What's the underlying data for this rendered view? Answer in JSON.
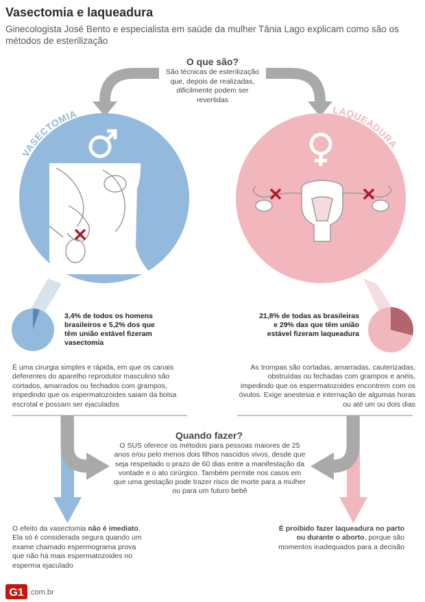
{
  "title": "Vasectomia e laqueadura",
  "subtitle": "Ginecologista José Bento e especialista em saúde da mulher Tânia Lago explicam como são os métodos de esterilização",
  "what": {
    "heading": "O que são?",
    "text": "São técnicas de esterilização que, depois de realizadas, dificilmente podem ser revertidas"
  },
  "vasectomy": {
    "label": "VASECTOMIA",
    "symbol_icon": "male-symbol-icon",
    "color": "#93b9dc",
    "stat_text": "3,4% de todos os homens brasileiros e 5,2% dos que têm união estável fizeram vasectomia",
    "stat_fraction": 0.052,
    "description": "É uma cirurgia simples e rápida, em que os canais deferentes do aparelho reprodutor masculino são cortados, amarrados ou fechados com grampos, impedindo que os espermatozoides saiam da bolsa escrotal e possam ser ejaculados",
    "note_prefix": "O efeito da vasectomia ",
    "note_emph": "não é imediato",
    "note_rest": ". Ela só é considerada segura quando um exame chamado espermograma prova que não há mais espermatozoides no esperma ejaculado"
  },
  "tubal": {
    "label": "LAQUEADURA",
    "symbol_icon": "female-symbol-icon",
    "color": "#f2b7bd",
    "stat_text": "21,8% de todas as brasileiras e 29% das que têm união estável fizeram laqueadura",
    "stat_fraction": 0.29,
    "description": "As trompas são cortadas, amarradas, cauterizadas, obstruídas ou fechadas com grampos e anéis, impedindo que os espermatozoides encontrem com os óvulos. Exige anestesia e internação de algumas horas ou até um ou dois dias",
    "note_emph": "É proibido fazer laqueadura no parto ou durante o aborto",
    "note_rest": ", porque são momentos inadequados para a decisão"
  },
  "when": {
    "heading": "Quando fazer?",
    "text": "O SUS oferece os métodos para pessoas maiores de 25 anos e/ou pelo menos dois filhos nascidos vivos, desde que seja respeitado o prazo de 60 dias entre a manifestação da vontade e o ato cirúrgico. Também permite nos casos em que uma gestação pode trazer risco de morte para a mulher ou para um futuro bebê"
  },
  "footer": {
    "logo_text": "G1",
    "domain": ".com.br"
  },
  "colors": {
    "arrow_gray": "#a9a9a9",
    "blue": "#93b9dc",
    "blue_dark": "#5a86b5",
    "pink": "#f2b7bd",
    "pink_dark": "#b2666c",
    "red_x": "#b0192a"
  }
}
